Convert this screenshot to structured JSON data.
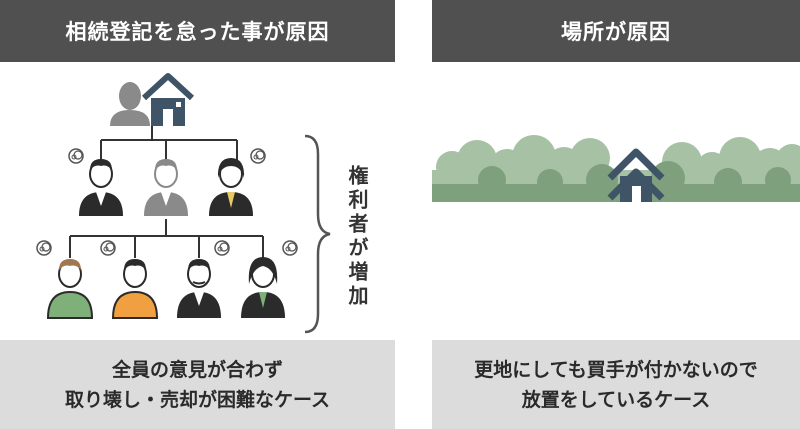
{
  "left_panel": {
    "title": "相続登記を怠った事が原因",
    "side_label": "権利者が増加",
    "caption_line1": "全員の意見が合わず",
    "caption_line2": "取り壊し・売却が困難なケース"
  },
  "right_panel": {
    "title": "場所が原因",
    "caption_line1": "更地にしても買手が付かないので",
    "caption_line2": "放置をしているケース"
  },
  "colors": {
    "header_bg": "#505050",
    "footer_bg": "#dcdcdc",
    "house_blue": "#3f5466",
    "tree_green": "#8fb08f",
    "person_dark": "#2b2b2b",
    "person_gray": "#8a8a8a",
    "shirt_green": "#7fb07a",
    "shirt_orange": "#f0a040"
  }
}
